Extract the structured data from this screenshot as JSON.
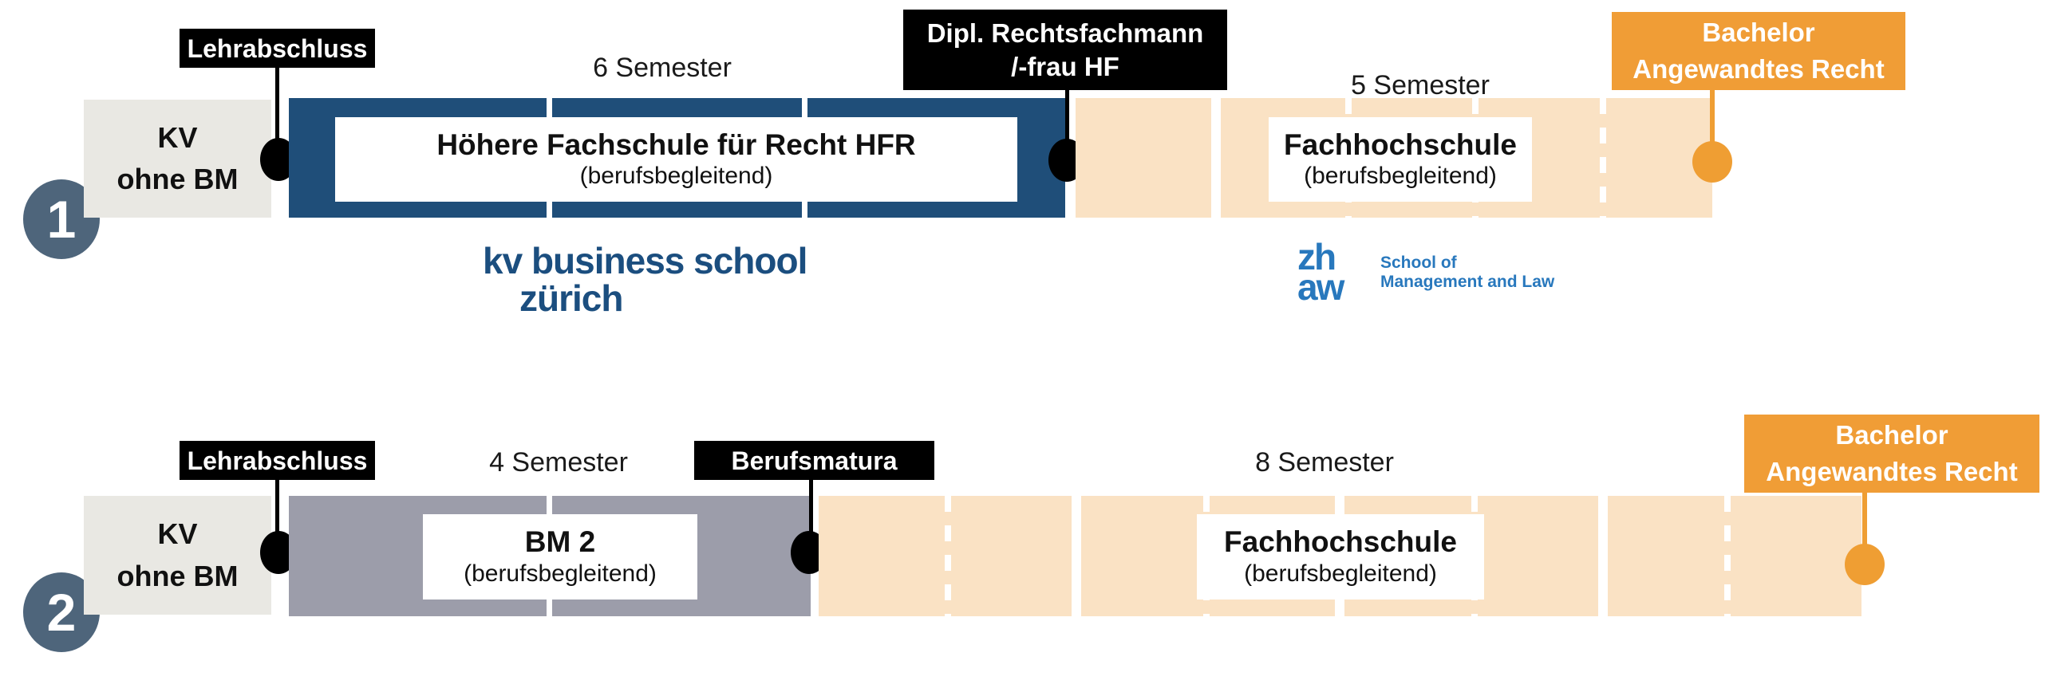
{
  "rows": [
    {
      "badge": "1",
      "start_box": {
        "line1": "KV",
        "line2": "ohne BM"
      },
      "milestone_start": "Lehrabschluss",
      "stage1": {
        "duration": "6 Semester",
        "title": "Höhere Fachschule für Recht HFR",
        "subtitle": "(berufsbegleitend)"
      },
      "milestone_mid": {
        "line1": "Dipl. Rechtsfachmann",
        "line2": "/-frau HF"
      },
      "stage2": {
        "duration": "5 Semester",
        "title": "Fachhochschule",
        "subtitle": "(berufsbegleitend)"
      },
      "outcome": {
        "line1": "Bachelor",
        "line2": "Angewandtes Recht"
      }
    },
    {
      "badge": "2",
      "start_box": {
        "line1": "KV",
        "line2": "ohne BM"
      },
      "milestone_start": "Lehrabschluss",
      "stage1": {
        "duration": "4 Semester",
        "title": "BM 2",
        "subtitle": "(berufsbegleitend)"
      },
      "milestone_mid": {
        "line1": "Berufsmatura"
      },
      "stage2": {
        "duration": "8 Semester",
        "title": "Fachhochschule",
        "subtitle": "(berufsbegleitend)"
      },
      "outcome": {
        "line1": "Bachelor",
        "line2": "Angewandtes Recht"
      }
    }
  ],
  "logos": {
    "kv": {
      "line1": "kv business school",
      "line2": "zürich"
    },
    "zhaw": {
      "mark_line1": "zh",
      "mark_line2": "aw",
      "text_line1": "School of",
      "text_line2": "Management and Law"
    }
  },
  "colors": {
    "dark_blue_bar": "#1f4e79",
    "gray_bar": "#9c9daa",
    "peach_bar": "#fae2c4",
    "orange_accent": "#ef9e33",
    "outcome_orange": "#f09d36",
    "milestone_black": "#000000",
    "start_box_gray": "#e9e8e3",
    "badge_slate": "#4e657b",
    "kv_logo_blue": "#1b4e7f",
    "zhaw_blue": "#2878bd"
  }
}
